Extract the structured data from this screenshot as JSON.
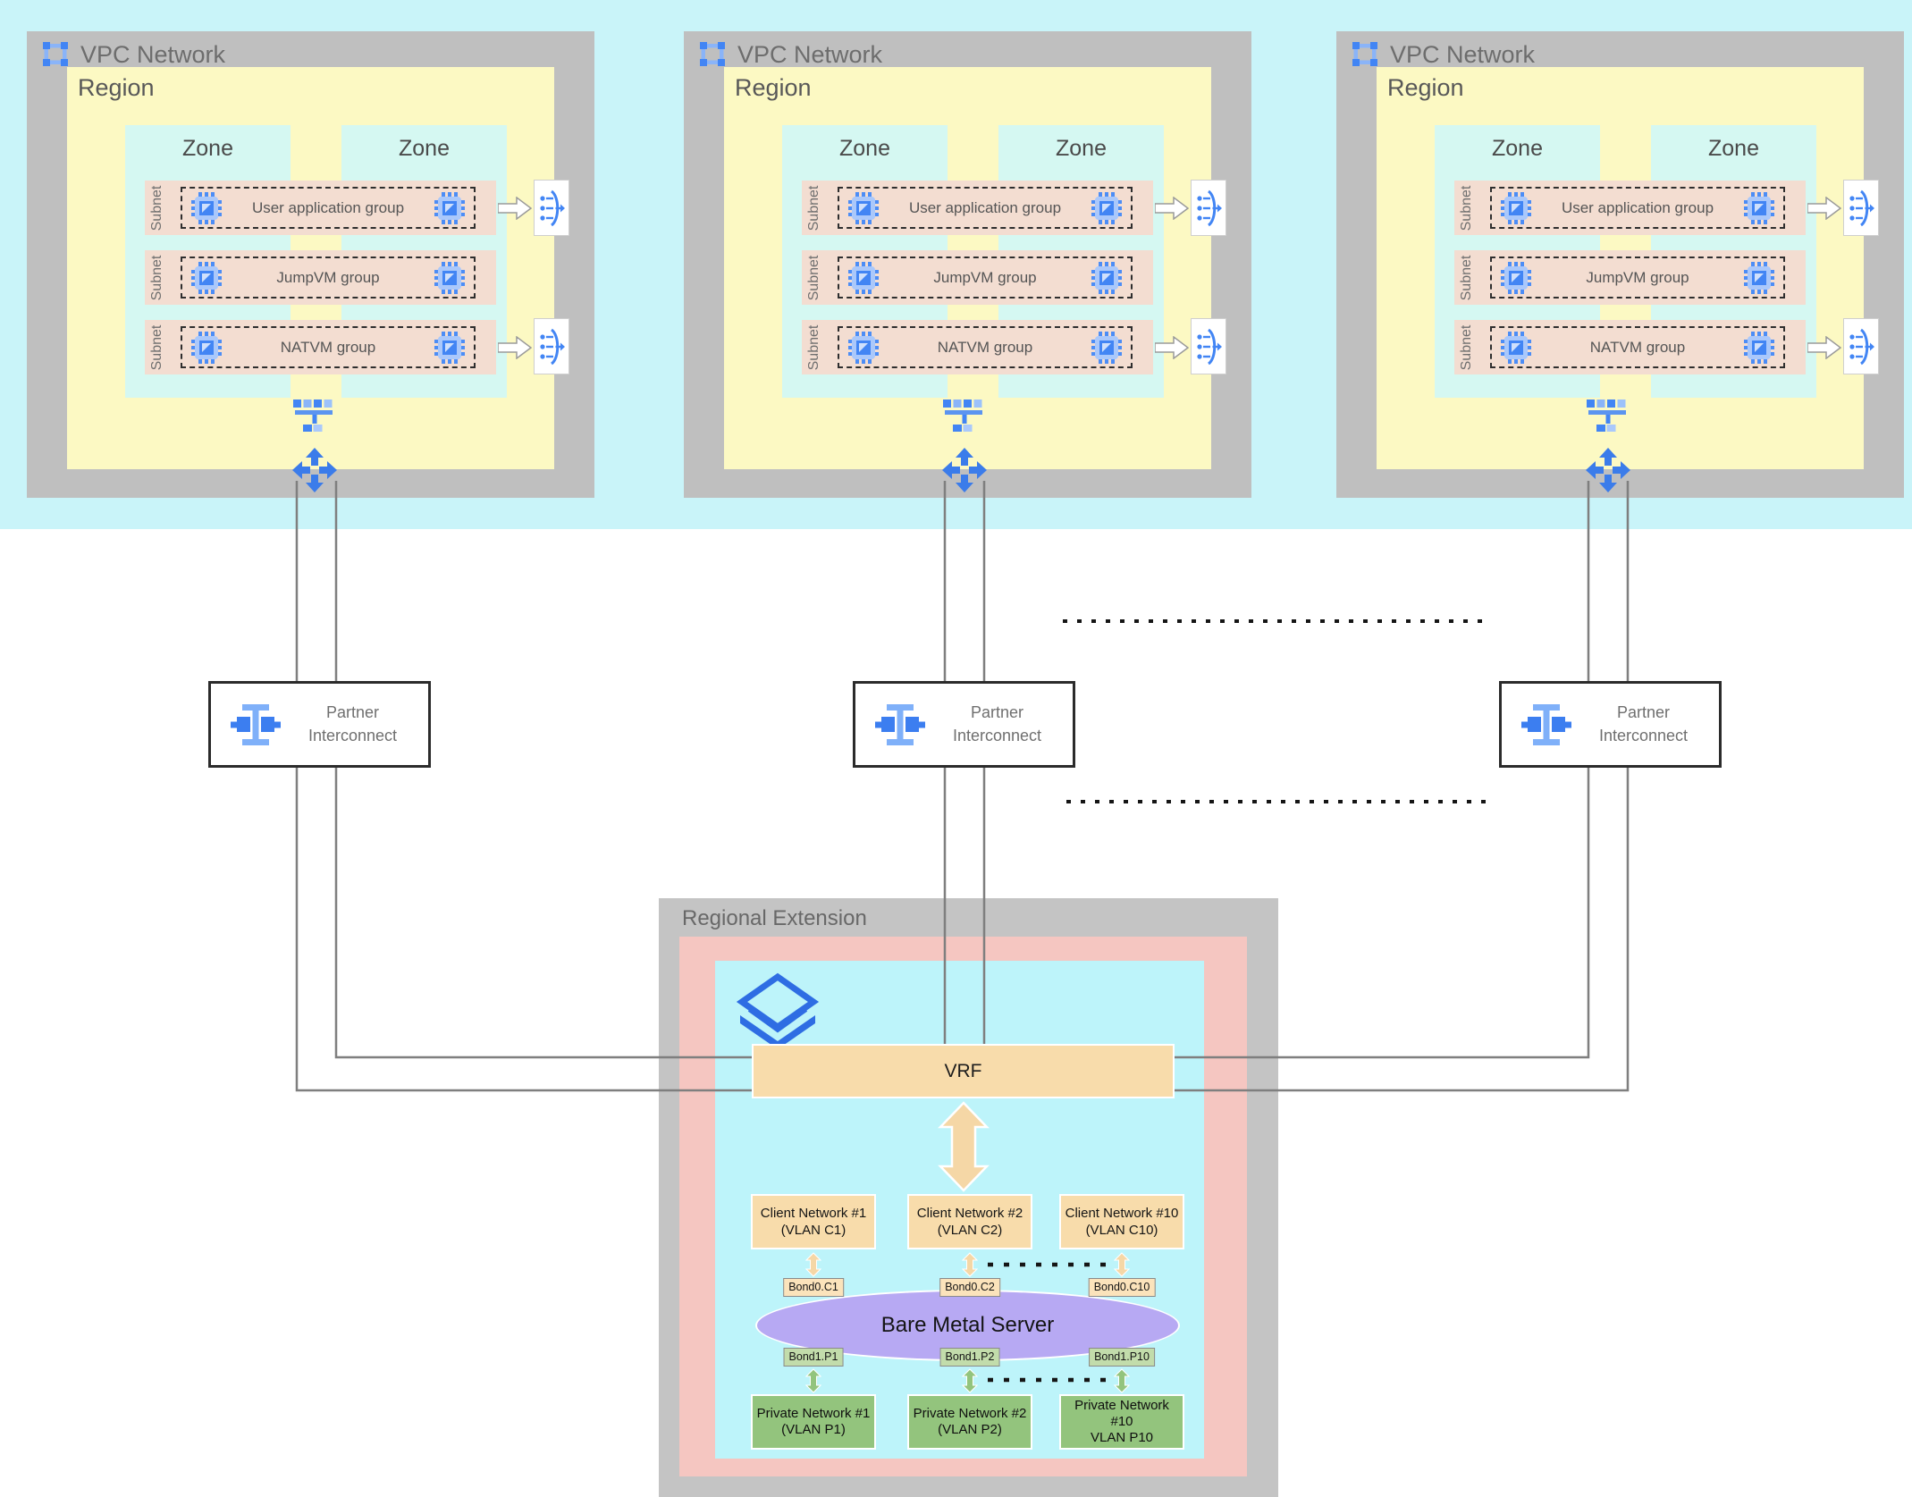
{
  "palette": {
    "cloud_band": "#c9f4f9",
    "vpc_gray": "#bfbfbf",
    "region_yellow": "#fcf9c3",
    "zone_cyan": "#d5f8f2",
    "subnet_pink": "#f3ddd1",
    "google_blue": "#4285f4",
    "light_blue": "#8ab4f8",
    "wheat_orange": "#f8dcab",
    "extension_pink": "#f5c6c1",
    "extension_cyan": "#bdf4fa",
    "server_purple": "#b7a9f3",
    "network_green": "#93c47d",
    "wire_gray": "#7f7f7f"
  },
  "icons": {
    "vpc-network-icon": "square-with-corner-nodes",
    "compute-vm-icon": "chip-with-pins",
    "load-balancer-icon": "arc-with-dots-and-arrow",
    "subnet-gateway-icon": "tree-of-squares",
    "cloud-router-icon": "four-way-arrows",
    "partner-interconnect-icon": "i-beam-with-plugs",
    "interconnect-layers-icon": "diamond-over-chevron",
    "egress-arrow": "hollow-block-arrow-right",
    "exchange-arrow": "double-headed-vertical-arrow"
  },
  "vpc_networks": [
    {
      "title": "VPC Network",
      "region_label": "Region",
      "zone_labels": [
        "Zone",
        "Zone"
      ],
      "subnet_label": "Subnet",
      "groups": [
        "User application group",
        "JumpVM group",
        "NATVM group"
      ]
    },
    {
      "title": "VPC Network",
      "region_label": "Region",
      "zone_labels": [
        "Zone",
        "Zone"
      ],
      "subnet_label": "Subnet",
      "groups": [
        "User application group",
        "JumpVM group",
        "NATVM group"
      ]
    },
    {
      "title": "VPC Network",
      "region_label": "Region",
      "zone_labels": [
        "Zone",
        "Zone"
      ],
      "subnet_label": "Subnet",
      "groups": [
        "User application group",
        "JumpVM group",
        "NATVM group"
      ]
    }
  ],
  "partner_interconnects": [
    {
      "line1": "Partner",
      "line2": "Interconnect"
    },
    {
      "line1": "Partner",
      "line2": "Interconnect"
    },
    {
      "line1": "Partner",
      "line2": "Interconnect"
    }
  ],
  "regional_extension": {
    "title": "Regional Extension",
    "vrf_label": "VRF",
    "client_networks": [
      {
        "l1": "Client Network #1",
        "l2": "(VLAN C1)"
      },
      {
        "l1": "Client Network #2",
        "l2": "(VLAN C2)"
      },
      {
        "l1": "Client Network #10",
        "l2": "(VLAN C10)"
      }
    ],
    "client_bonds": [
      "Bond0.C1",
      "Bond0.C2",
      "Bond0.C10"
    ],
    "server_label": "Bare Metal Server",
    "private_bonds": [
      "Bond1.P1",
      "Bond1.P2",
      "Bond1.P10"
    ],
    "private_networks": [
      {
        "l1": "Private Network #1",
        "l2": "(VLAN P1)"
      },
      {
        "l1": "Private Network #2",
        "l2": "(VLAN P2)"
      },
      {
        "l1": "Private Network",
        "l2": "#10",
        "l3": "VLAN P10"
      }
    ]
  }
}
